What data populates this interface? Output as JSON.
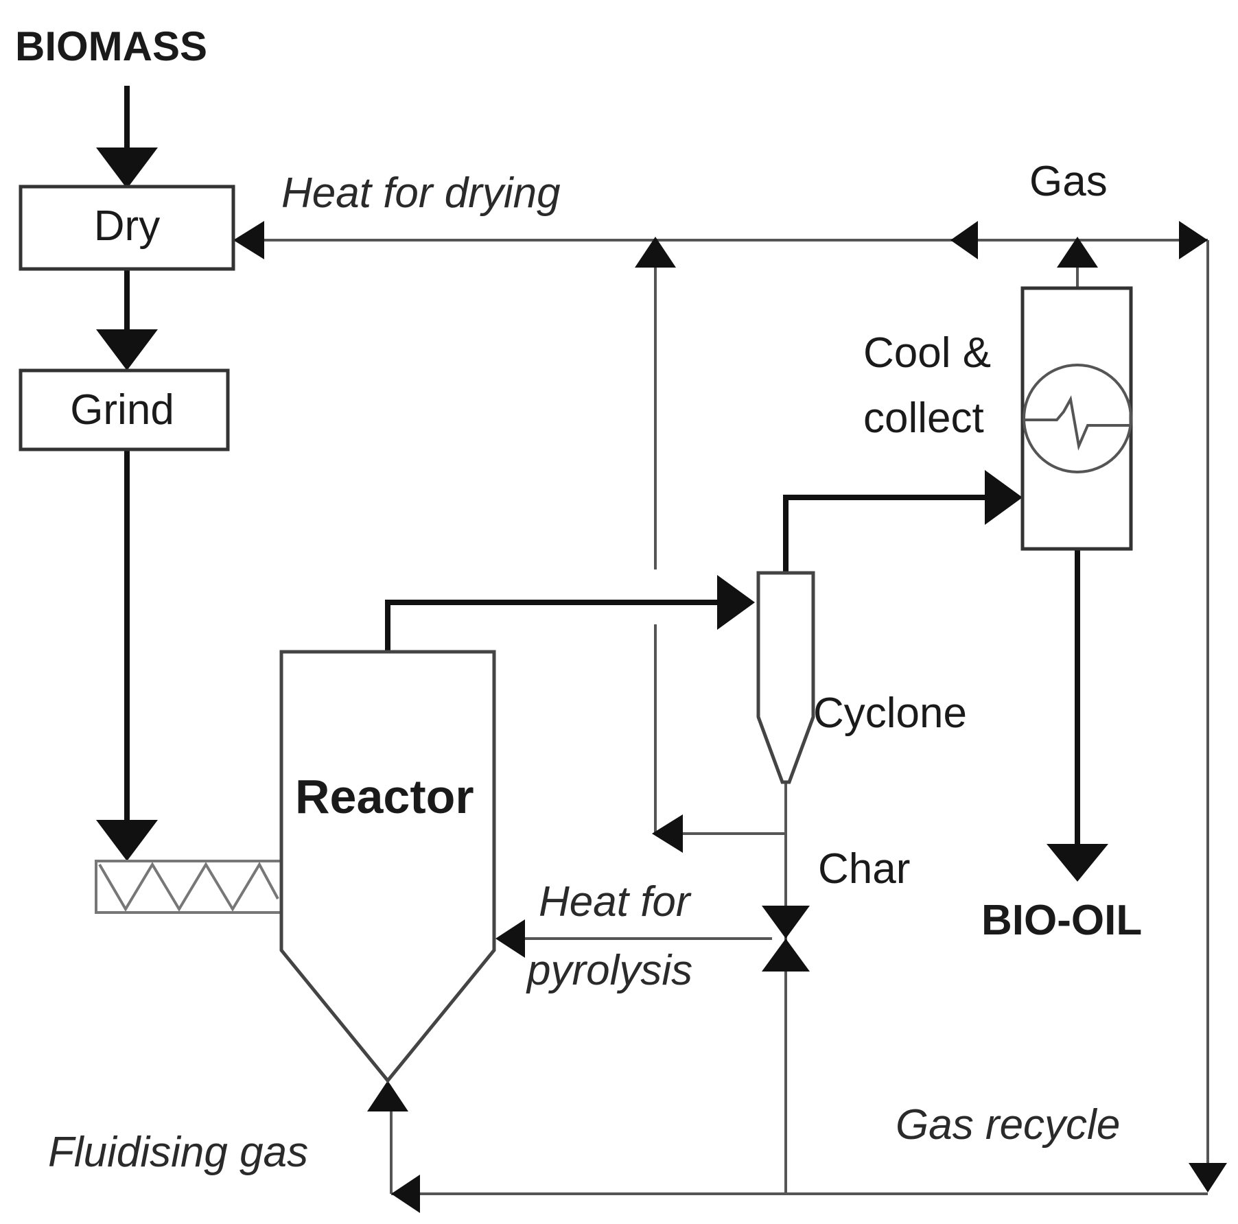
{
  "diagram": {
    "labels": {
      "biomass": "BIOMASS",
      "dry": "Dry",
      "grind": "Grind",
      "heat_for_drying": "Heat for drying",
      "gas": "Gas",
      "cool_collect_line1": "Cool &",
      "cool_collect_line2": "collect",
      "cyclone": "Cyclone",
      "reactor": "Reactor",
      "char": "Char",
      "heat_for_pyrolysis_line1": "Heat for",
      "heat_for_pyrolysis_line2": "pyrolysis",
      "bio_oil": "BIO-OIL",
      "gas_recycle": "Gas recycle",
      "fluidising_gas": "Fluidising gas"
    }
  }
}
